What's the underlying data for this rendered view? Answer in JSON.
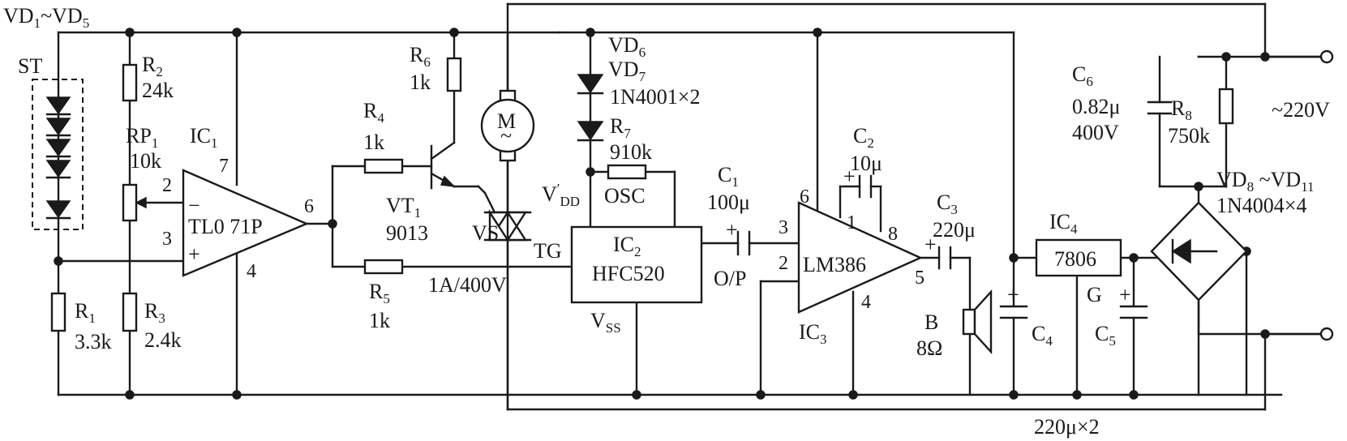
{
  "labels": {
    "vd1_5_a": "VD",
    "vd1_5_s1": "1",
    "vd1_5_b": "~VD",
    "vd1_5_s2": "5",
    "st": "ST",
    "r2": "R",
    "r2_sub": "2",
    "r2_val": "24k",
    "rp1": "RP",
    "rp1_sub": "1",
    "rp1_val": "10k",
    "ic1": "IC",
    "ic1_sub": "1",
    "ic1_name": "TL0 71P",
    "r1": "R",
    "r1_sub": "1",
    "r1_val": "3.3k",
    "r3": "R",
    "r3_sub": "3",
    "r3_val": "2.4k",
    "r4": "R",
    "r4_sub": "4",
    "r4_val": "1k",
    "r5": "R",
    "r5_sub": "5",
    "r5_val": "1k",
    "r6": "R",
    "r6_sub": "6",
    "r6_val": "1k",
    "vt1": "VT",
    "vt1_sub": "1",
    "vt1_val": "9013",
    "vs": "VS",
    "vs_rating": "1A/400V",
    "motor": "M",
    "motor_tilde": "~",
    "vd6": "VD",
    "vd6_sub": "6",
    "vd7": "VD",
    "vd7_sub": "7",
    "vd67_val": "1N4001×2",
    "r7": "R",
    "r7_sub": "7",
    "r7_val": "910k",
    "vdd": "V",
    "vdd_sup": "′",
    "vdd_sub": "DD",
    "osc": "OSC",
    "tg": "TG",
    "ic2": "IC",
    "ic2_sub": "2",
    "ic2_name": "HFC520",
    "vss": "V",
    "vss_sub": "SS",
    "c1": "C",
    "c1_sub": "1",
    "c1_val": "100μ",
    "op": "O/P",
    "c2": "C",
    "c2_sub": "2",
    "c2_val": "10μ",
    "ic3": "IC",
    "ic3_sub": "3",
    "ic3_name": "LM386",
    "c3": "C",
    "c3_sub": "3",
    "c3_val": "220μ",
    "b": "B",
    "b_val": "8Ω",
    "c4": "C",
    "c4_sub": "4",
    "ic4": "IC",
    "ic4_sub": "4",
    "ic4_name": "7806",
    "g": "G",
    "c5": "C",
    "c5_sub": "5",
    "c45_val": "220μ×2",
    "c6": "C",
    "c6_sub": "6",
    "c6_val1": "0.82μ",
    "c6_val2": "400V",
    "r8": "R",
    "r8_sub": "8",
    "r8_val": "750k",
    "mains": "~220V",
    "vd8_11_a": "VD",
    "vd8_11_s1": "8",
    "vd8_11_b": " ~VD",
    "vd8_11_s2": "11",
    "vd8_11_val": "1N4004×4",
    "pin_2": "2",
    "pin_3": "3",
    "pin_4": "4",
    "pin_6": "6",
    "pin_7": "7",
    "ic3_pin_1": "1",
    "ic3_pin_2": "2",
    "ic3_pin_3": "3",
    "ic3_pin_4": "4",
    "ic3_pin_5": "5",
    "ic3_pin_6": "6",
    "ic3_pin_8": "8",
    "minus": "−",
    "plus": "+"
  }
}
